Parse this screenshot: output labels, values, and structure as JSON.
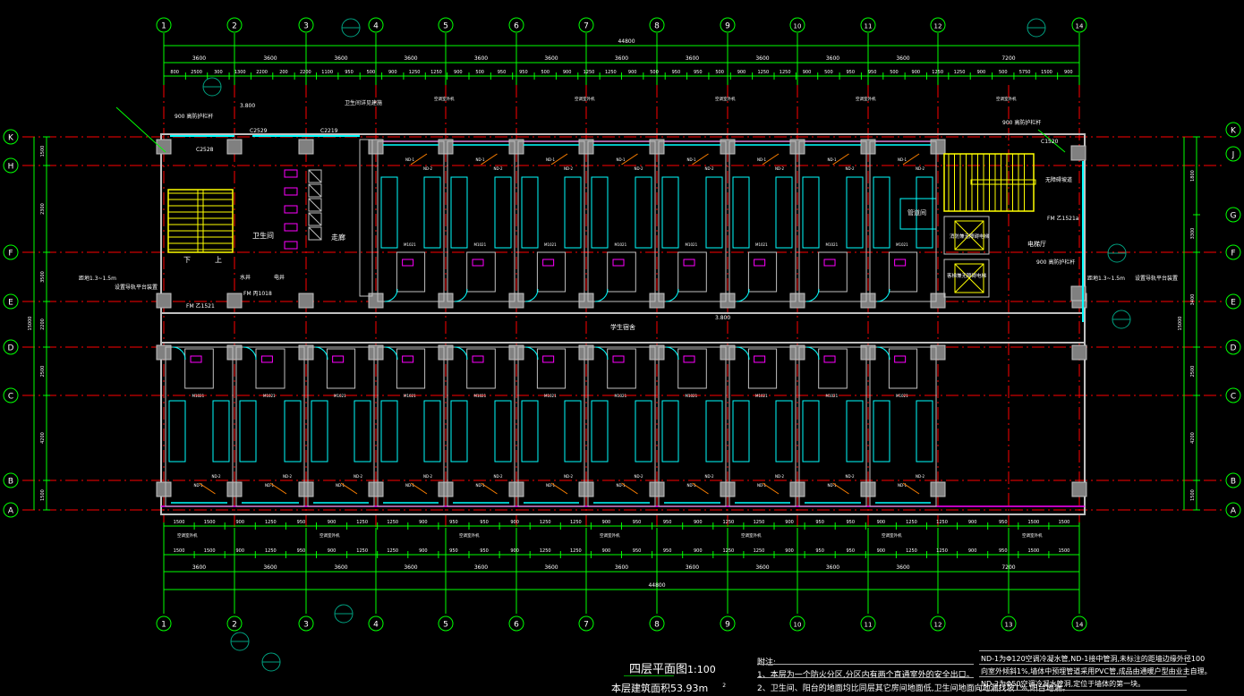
{
  "drawing": {
    "title": "四层平面图",
    "scale": "1:100",
    "area_label": "本层建筑面积53.93m",
    "area_sup": "2"
  },
  "axes": {
    "vertical": [
      "1",
      "2",
      "3",
      "4",
      "5",
      "6",
      "7",
      "8",
      "9",
      "10",
      "11",
      "12",
      "13",
      "14"
    ],
    "horizontal_left": [
      "K",
      "H",
      "F",
      "E",
      "D",
      "C",
      "B",
      "A"
    ],
    "horizontal_right": [
      "K",
      "J",
      "G",
      "F",
      "E",
      "D",
      "C",
      "B",
      "A"
    ]
  },
  "dimensions": {
    "total": "44800",
    "bays": [
      "3600",
      "3600",
      "3600",
      "3600",
      "3600",
      "3600",
      "3600",
      "3600",
      "3600",
      "3600",
      "3600",
      "7200"
    ],
    "top_detail": [
      "800",
      "2500",
      "300",
      "1300",
      "2200",
      "200",
      "2200",
      "1100",
      "950",
      "500",
      "900",
      "1250",
      "1250",
      "900",
      "500",
      "950",
      "950",
      "500",
      "900",
      "1250",
      "1250",
      "900",
      "500",
      "950",
      "950",
      "500",
      "900",
      "1250",
      "1250",
      "900",
      "500",
      "950",
      "950",
      "500",
      "900",
      "1250",
      "1250",
      "900",
      "500",
      "5750",
      "1500",
      "900"
    ],
    "bottom_detail": [
      "1500",
      "1500",
      "900",
      "1250",
      "950",
      "900",
      "1250",
      "1250",
      "900",
      "950",
      "950",
      "900",
      "1250",
      "1250",
      "900",
      "950",
      "950",
      "900",
      "1250",
      "1250",
      "900",
      "950",
      "950",
      "900",
      "1250",
      "1250",
      "900",
      "950",
      "1500",
      "1500"
    ],
    "left_rows": [
      "1500",
      "2300",
      "3500",
      "2200",
      "2500",
      "4200",
      "1500"
    ],
    "left_total": "15000",
    "right_rows": [
      "1800",
      "3300",
      "3400",
      "2500",
      "4200",
      "1500"
    ],
    "right_total": "15000"
  },
  "rooms": {
    "toilet": "卫生间",
    "corridor": "走廊",
    "stair_down": "下",
    "stair_up": "上",
    "pipe_room": "管道间",
    "elevator_hall": "电梯厅",
    "dorm_corridor": "学生宿舍",
    "water_well": "水井",
    "elec_well": "电井",
    "elevator_1": "消防兼无障碍电梯",
    "elevator_2": "客梯兼无障碍电梯",
    "barrier_free": "无障碍坡道"
  },
  "labels": {
    "railing_left": "900 高防护栏杆",
    "railing_right": "900 高防护栏杆",
    "railing_mid": "900 高防护栏杆",
    "window_1": "C2529",
    "window_2": "C2219",
    "window_3": "C2528",
    "window_4": "C1520",
    "door_1": "FM 乙1521",
    "door_2": "FM 丙1018",
    "door_3": "FM 乙1521a",
    "elev_drop": "3.800",
    "pipe_note": "卫生间详见建施",
    "ac_unit": "空调室外机",
    "nd1": "ND-1",
    "nd2": "ND-2",
    "m1021": "M1021",
    "level": "3.800",
    "dist": "距地1.3~1.5m",
    "guard": "设置导轨平台装置"
  },
  "notes": {
    "heading": "附注:",
    "items": [
      "1、本层为一个防火分区,分区内有两个直通室外的安全出口。",
      "2、卫生间、阳台的地面均比同层其它房间地面低,卫生间地面向地漏找坡1%,阳台地漏。"
    ],
    "nd": [
      "ND-1为Φ120空调冷凝水管,ND-1接中管洞,未标注的距墙边缘外径100",
      "向室外倾斜1%,墙体中预埋管道采用PVC管,成品由通暖户型由业主自理。",
      "ND-2为Φ50空调冷凝水管洞,定位于墙体的第一块。"
    ]
  },
  "colors": {
    "grid": "#00ff00",
    "axis": "#ff0000",
    "wall": "#c0c0c0",
    "window": "#00ffff",
    "fixture": "#ff00ff",
    "stair": "#ffff00",
    "annot": "#ff8000"
  }
}
